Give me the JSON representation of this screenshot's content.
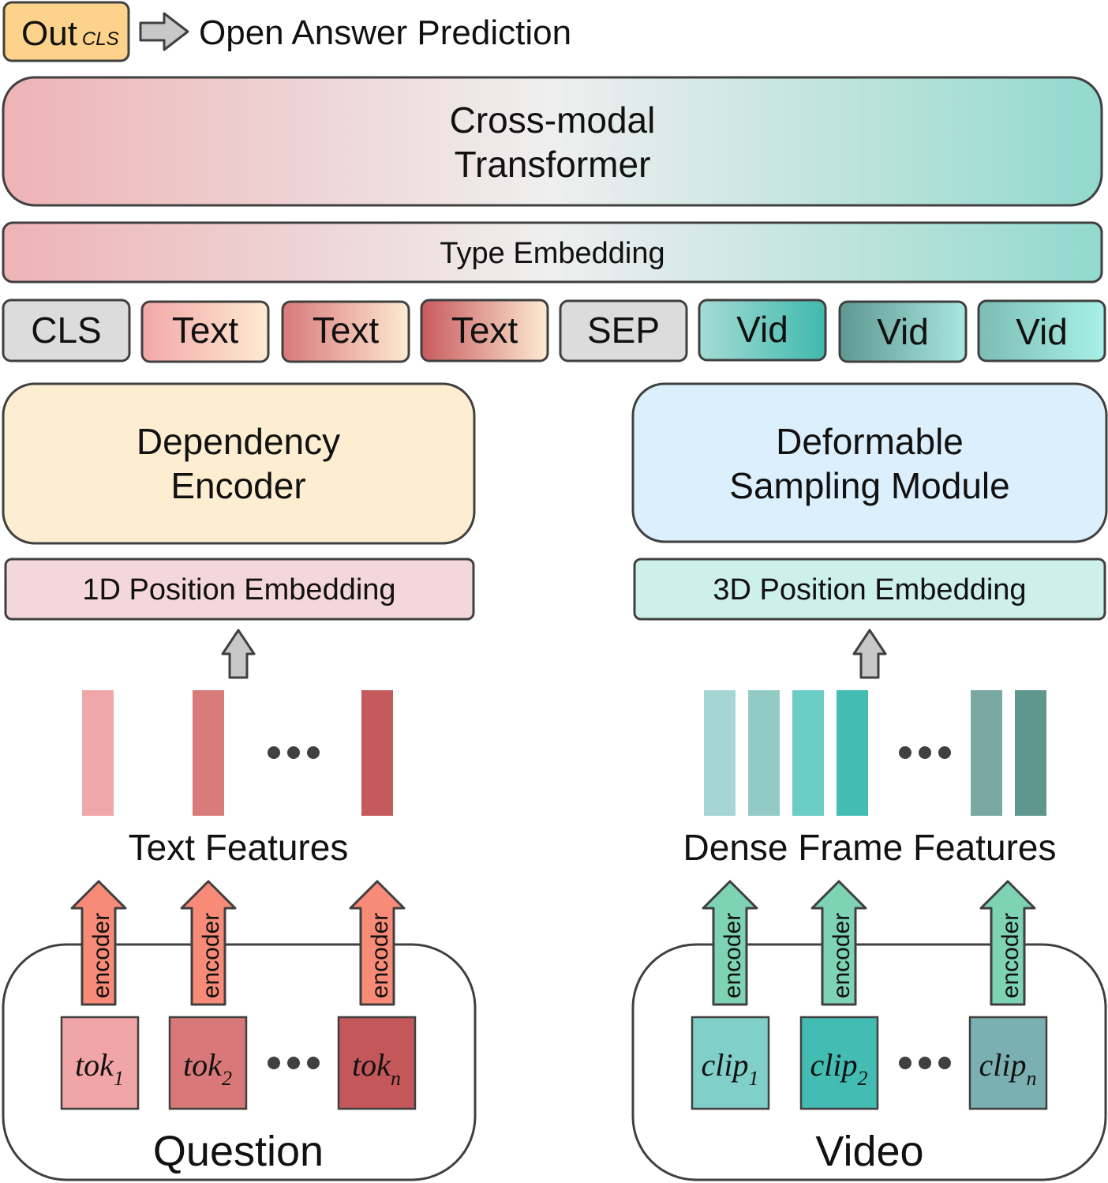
{
  "header": {
    "out_main": "Out",
    "out_sub": "CLS",
    "caption": "Open Answer Prediction"
  },
  "transformer": {
    "line1": "Cross-modal",
    "line2": "Transformer"
  },
  "type_embedding": "Type Embedding",
  "tokens": [
    "CLS",
    "Text",
    "Text",
    "Text",
    "SEP",
    "Vid",
    "Vid",
    "Vid"
  ],
  "dependency_encoder": {
    "line1": "Dependency",
    "line2": "Encoder"
  },
  "deformable_module": {
    "line1": "Deformable",
    "line2": "Sampling Module"
  },
  "pos_1d": "1D Position Embedding",
  "pos_3d": "3D Position Embedding",
  "text_features_label": "Text Features",
  "frame_features_label": "Dense Frame Features",
  "encoder_label": "encoder",
  "question": {
    "label": "Question",
    "items": [
      {
        "base": "tok",
        "sub": "1"
      },
      {
        "base": "tok",
        "sub": "2"
      },
      {
        "base": "tok",
        "sub": "n"
      }
    ]
  },
  "video": {
    "label": "Video",
    "items": [
      {
        "base": "clip",
        "sub": "1"
      },
      {
        "base": "clip",
        "sub": "2"
      },
      {
        "base": "clip",
        "sub": "n"
      }
    ]
  },
  "colors": {
    "out_box": "#fdd28a",
    "text_token": "#f2a7a7",
    "video_token": "#5cc9bd",
    "dependency_encoder": "#fdeed1",
    "deformable_module": "#dbeffc",
    "pos_1d": "#f4d7d9",
    "pos_3d": "#cdf0ea",
    "encoder_text_arrow": "#f88b77",
    "encoder_video_arrow": "#7dd3b4",
    "gray_arrow": "#c8c8c8",
    "stroke": "#404040"
  }
}
